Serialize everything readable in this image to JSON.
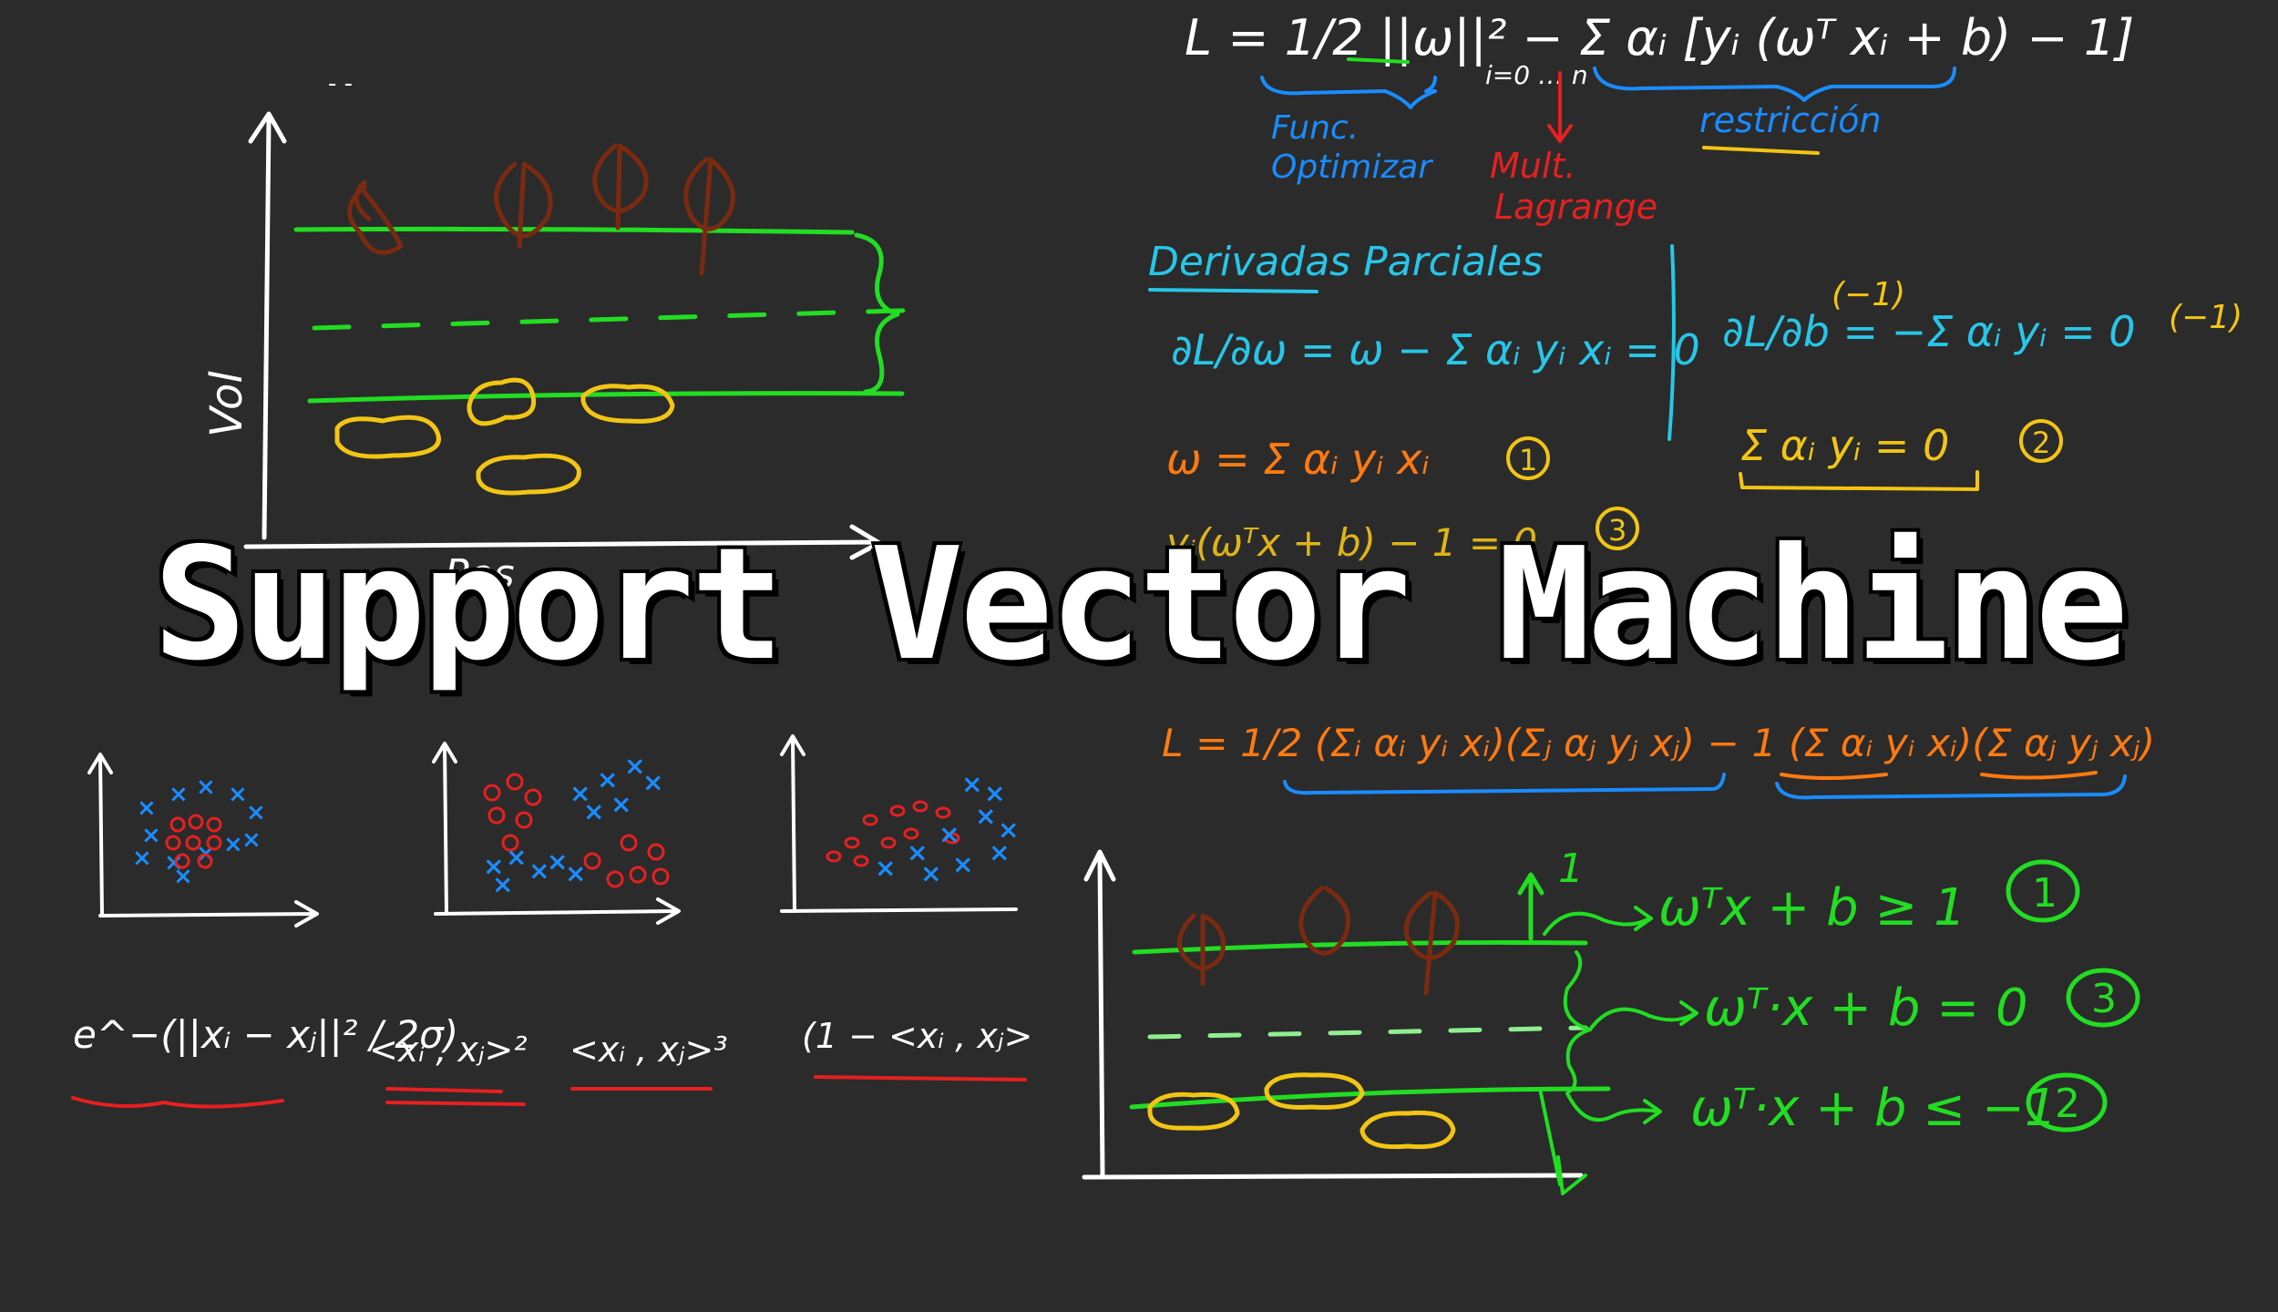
{
  "title": "Support Vector Machine",
  "colors": {
    "background": "#2b2b2b",
    "white": "#ffffff",
    "green": "#22dd22",
    "blue": "#1a8cff",
    "cyan": "#27c6e8",
    "red": "#e62020",
    "yellow": "#f2c514",
    "orange": "#ff7a10",
    "brown": "#7a2a10"
  },
  "top_left_plot": {
    "y_axis_label": "Vol",
    "x_axis_label": "Pes",
    "corner_marks": "- -"
  },
  "lagrangian": {
    "formula": "L = 1/2 ||ω||² − Σ αᵢ [yᵢ (ωᵀ xᵢ + b) − 1]",
    "sum_limits": "i=0 … n",
    "func_label_1": "Func.",
    "func_label_2": "Optimizar",
    "mult_label_1": "Mult.",
    "mult_label_2": "Lagrange",
    "restriction_label": "restricción"
  },
  "partials": {
    "heading": "Derivadas Parciales",
    "dL_dw": "∂L/∂ω = ω − Σ αᵢ yᵢ xᵢ = 0",
    "dL_db": "∂L/∂b = −Σ αᵢ yᵢ = 0",
    "dL_db_factor_a": "(−1)",
    "dL_db_factor_b": "(−1)",
    "w_result": "ω = Σ αᵢ yᵢ xᵢ",
    "w_result_num": "1",
    "sum_result": "Σ αᵢ yᵢ = 0",
    "sum_result_num": "2",
    "hidden_eq": "yᵢ(ωᵀx + b) − 1 = 0",
    "hidden_eq_num": "3"
  },
  "dual": {
    "formula": "L = 1/2 (Σᵢ αᵢ yᵢ xᵢ)(Σⱼ αⱼ yⱼ xⱼ) − 1 (Σ αᵢ yᵢ xᵢ)(Σ αⱼ yⱼ xⱼ)"
  },
  "kernels": {
    "rbf": "e^−(||xᵢ − xⱼ||² / 2σ)",
    "poly2": "<xᵢ , xⱼ>²",
    "poly3": "<xᵢ , xⱼ>³",
    "other": "(1 − <xᵢ , xⱼ>"
  },
  "margin_plot": {
    "arrow_label": "1",
    "eq_top": "ωᵀx + b ≥ 1",
    "eq_top_num": "1",
    "eq_mid": "ωᵀ·x + b = 0",
    "eq_mid_num": "3",
    "eq_bot": "ωᵀ·x + b ≤ −1",
    "eq_bot_num": "2"
  }
}
